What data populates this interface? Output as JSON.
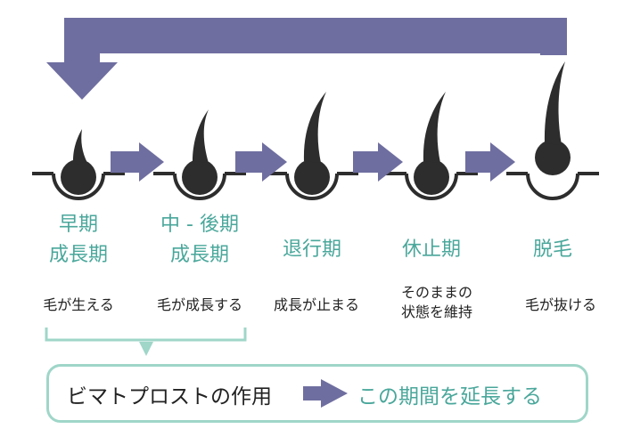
{
  "colors": {
    "arrow": "#6f6ea0",
    "hair": "#2d2d2d",
    "accent": "#4aa79b",
    "bracket": "#9fd6c8",
    "text": "#222222"
  },
  "stages": [
    {
      "phase_lines": [
        "早期",
        "成長期"
      ],
      "desc_lines": [
        "毛が生える"
      ]
    },
    {
      "phase_lines": [
        "中 - 後期",
        "成長期"
      ],
      "desc_lines": [
        "毛が成長する"
      ]
    },
    {
      "phase_lines": [
        "退行期"
      ],
      "desc_lines": [
        "成長が止まる"
      ]
    },
    {
      "phase_lines": [
        "休止期"
      ],
      "desc_lines": [
        "そのままの",
        "状態を維持"
      ]
    },
    {
      "phase_lines": [
        "脱毛"
      ],
      "desc_lines": [
        "毛が抜ける"
      ]
    }
  ],
  "summary": {
    "effect_label": "ビマトプロストの作用",
    "result_label": "この期間を延長する"
  }
}
